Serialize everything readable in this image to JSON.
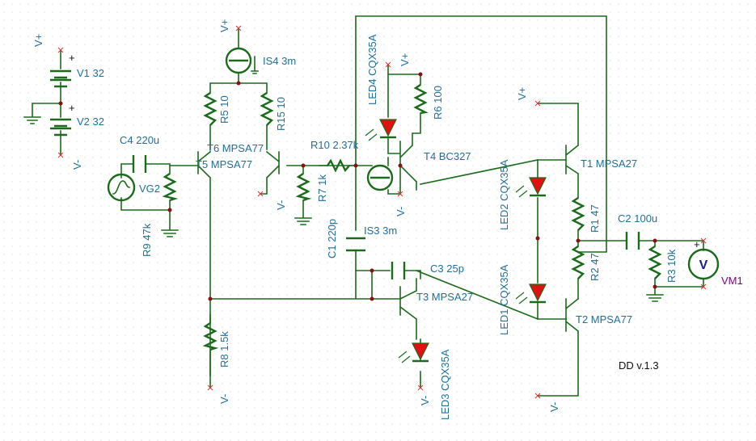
{
  "labels": {
    "v1": "V1 32",
    "v2": "V2 32",
    "vplus": "V+",
    "vminus": "V-",
    "is4": "IS4 3m",
    "is3": "IS3 3m",
    "r5": "R5 10",
    "r15": "R15 10",
    "r6": "R6 100",
    "r7": "R7 1k",
    "r8": "R8 1.5k",
    "r9": "R9 47k",
    "r10": "R10 2.37k",
    "r1": "R1 47",
    "r2": "R2 47",
    "r3": "R3 10k",
    "c1": "C1 220p",
    "c2": "C2 100u",
    "c3": "C3 25p",
    "c4": "C4 220u",
    "t1": "T1 MPSA27",
    "t2": "T2 MPSA77",
    "t3": "T3 MPSA27",
    "t4": "T4 BC327",
    "t5": "T5 MPSA77",
    "t6": "T6 MPSA77",
    "led1": "LED1 CQX35A",
    "led2": "LED2 CQX35A",
    "led3": "LED3 CQX35A",
    "led4": "LED4 CQX35A",
    "vg2": "VG2",
    "vm1": "VM1",
    "vm_symbol": "V",
    "plus": "+",
    "version": "DD v.1.3"
  },
  "colors": {
    "wire": "#1a6b1a",
    "label": "#1f6f9a",
    "pin": "#dd3333",
    "led": "#e21010",
    "meter_label": "#800080"
  }
}
